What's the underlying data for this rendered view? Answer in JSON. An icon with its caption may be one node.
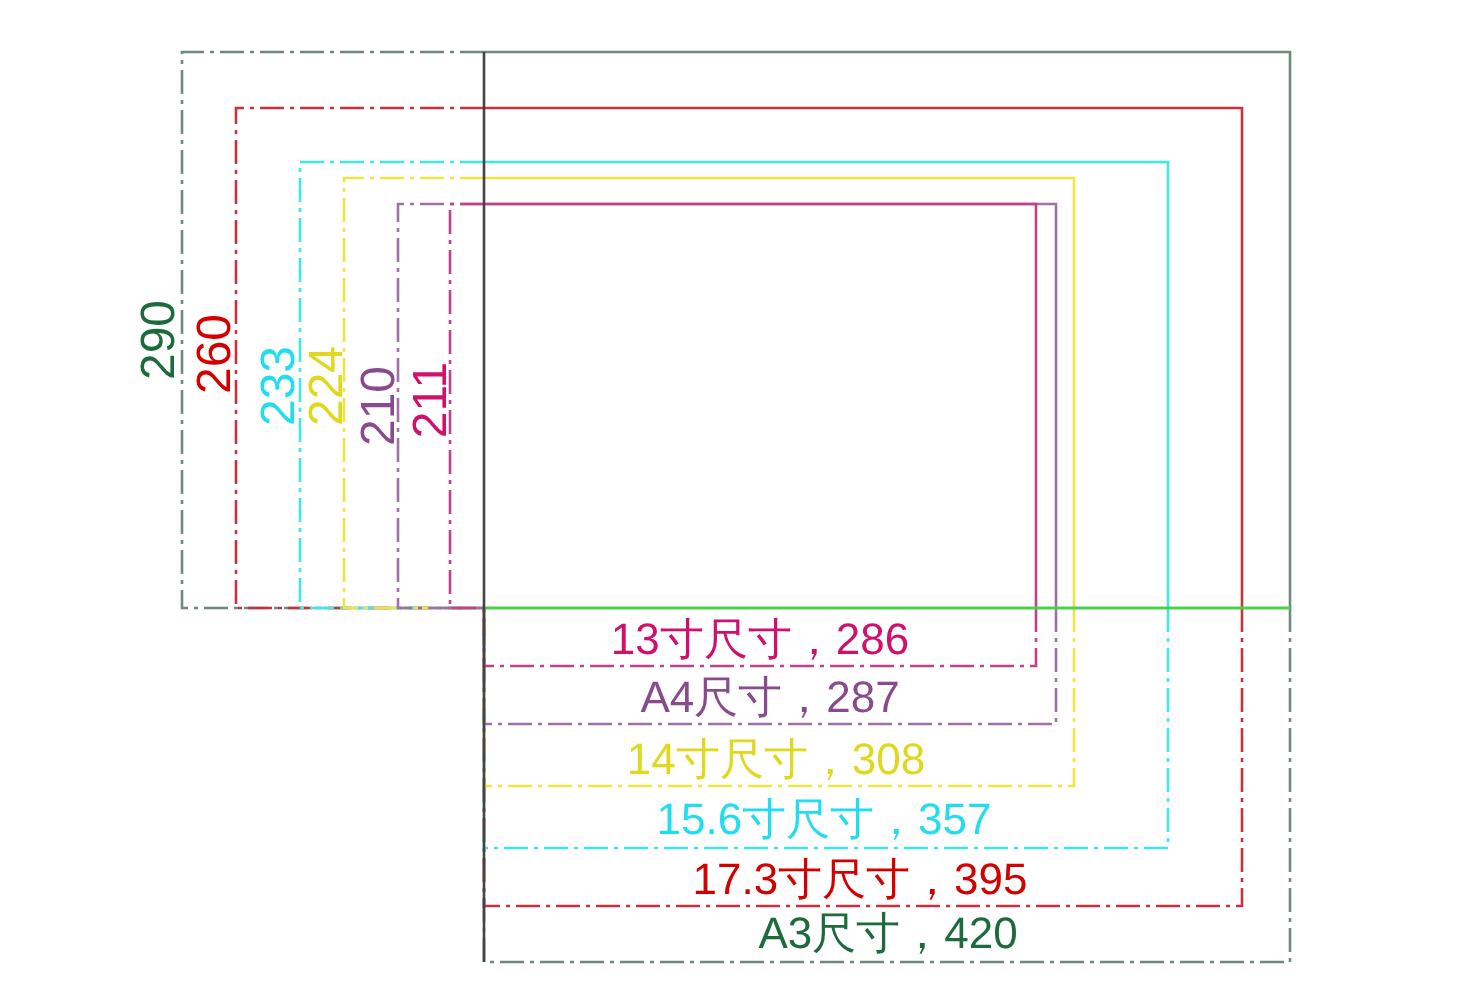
{
  "diagram": {
    "labels": [
      "290",
      "260",
      "233",
      "224",
      "210",
      "211",
      "13寸尺寸，286",
      "A4尺寸，287",
      "14寸尺寸，308",
      "15.6寸尺寸，357",
      "17.3寸尺寸，395",
      "A3尺寸，420"
    ]
  }
}
